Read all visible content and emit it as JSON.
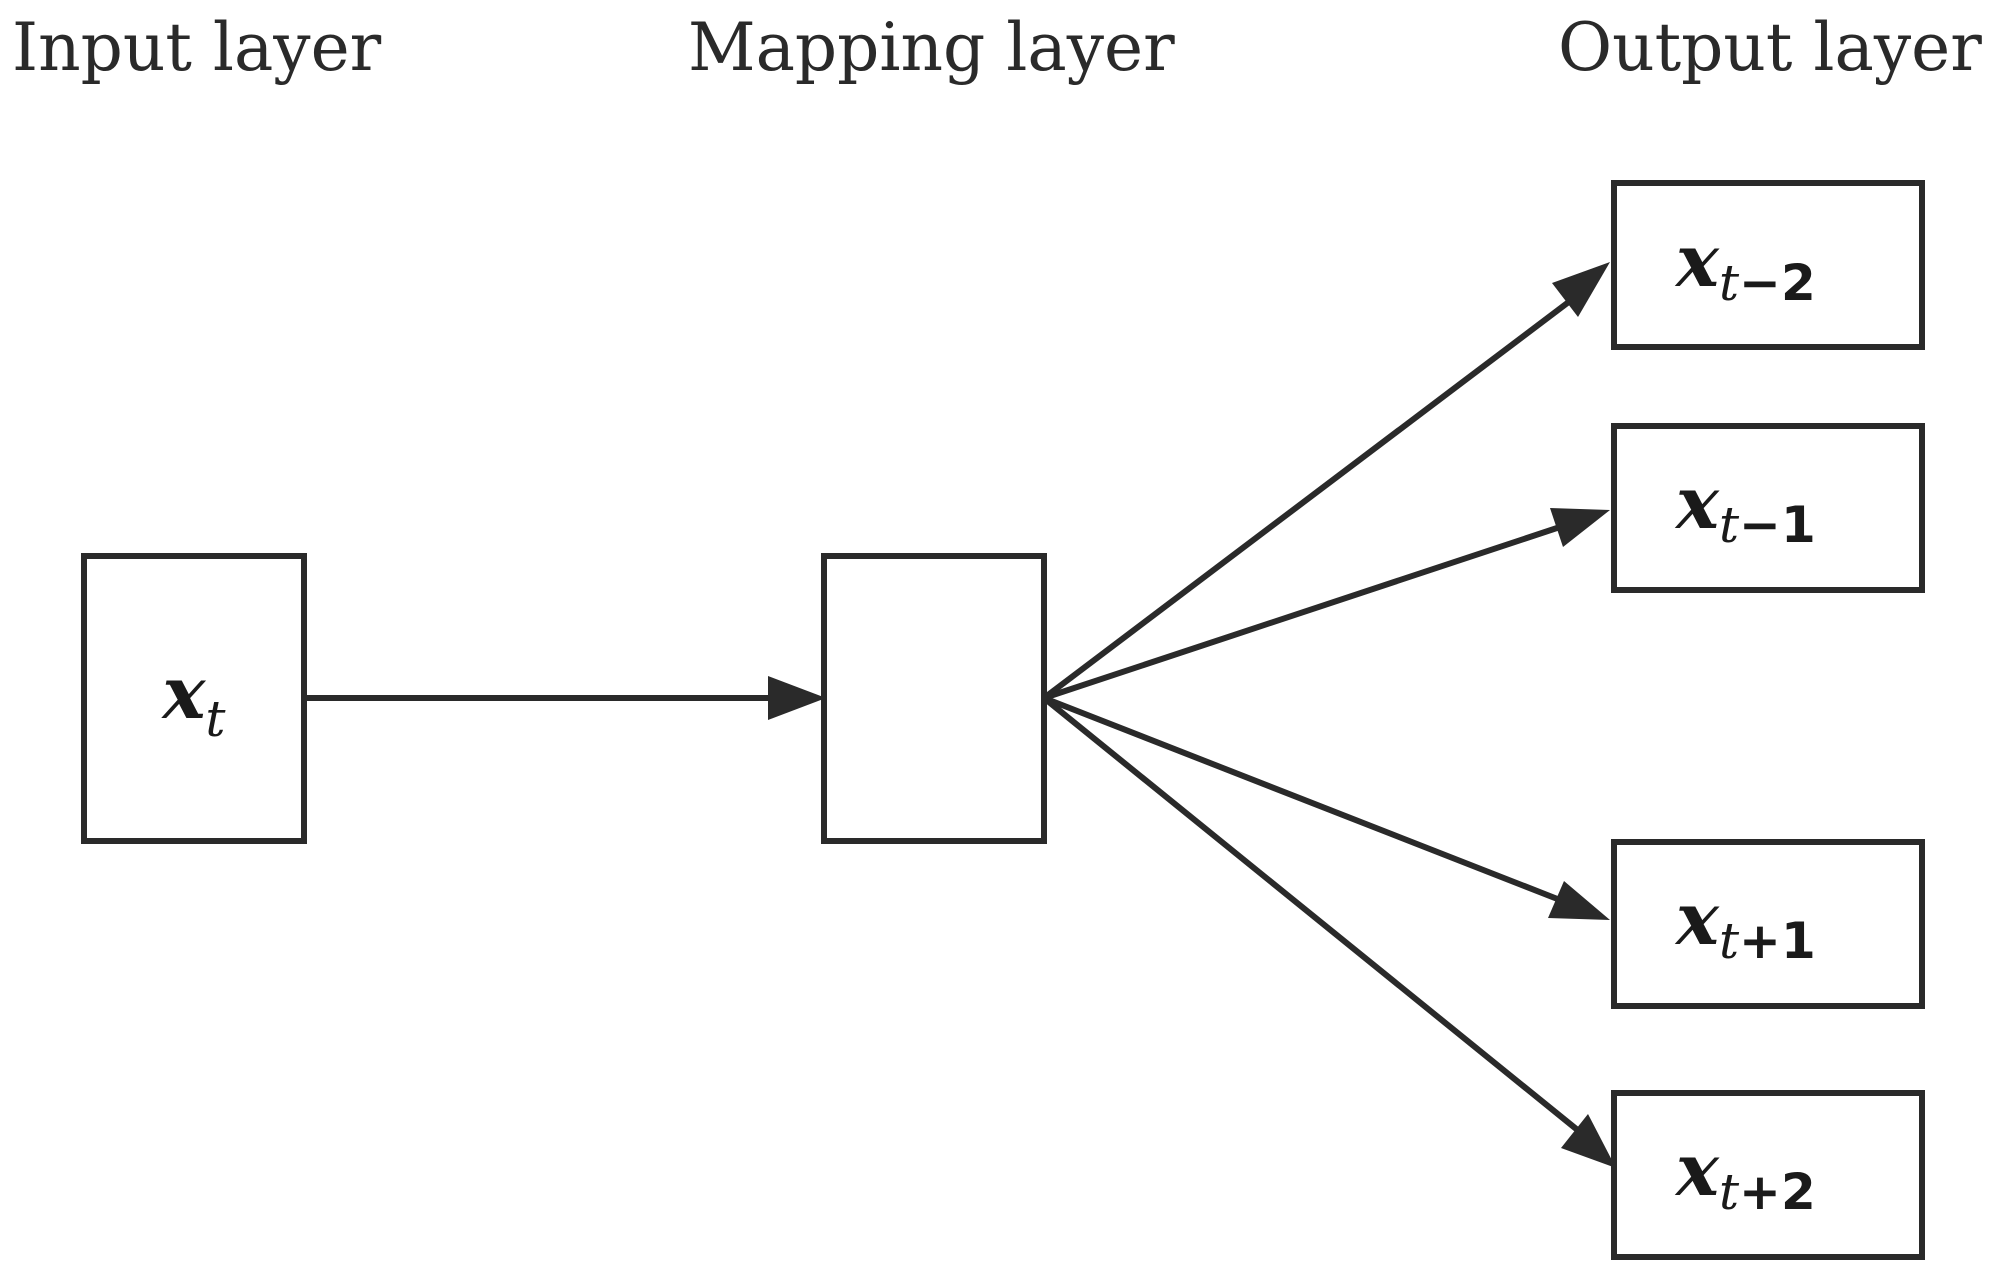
{
  "layers": {
    "input": "Input layer",
    "mapping": "Mapping layer",
    "output": "Output layer"
  },
  "nodes": {
    "input": {
      "var": "x",
      "sub": "t",
      "sub_op": "",
      "sub_num": ""
    },
    "mapping": {
      "var": "",
      "sub": "",
      "sub_op": "",
      "sub_num": ""
    },
    "outputs": [
      {
        "var": "x",
        "sub": "t",
        "sub_op": "−",
        "sub_num": "2"
      },
      {
        "var": "x",
        "sub": "t",
        "sub_op": "−",
        "sub_num": "1"
      },
      {
        "var": "x",
        "sub": "t",
        "sub_op": "+",
        "sub_num": "1"
      },
      {
        "var": "x",
        "sub": "t",
        "sub_op": "+",
        "sub_num": "2"
      }
    ]
  },
  "edges": [
    {
      "from": "input",
      "to": "mapping"
    },
    {
      "from": "mapping",
      "to": "output-0"
    },
    {
      "from": "mapping",
      "to": "output-1"
    },
    {
      "from": "mapping",
      "to": "output-2"
    },
    {
      "from": "mapping",
      "to": "output-3"
    }
  ]
}
